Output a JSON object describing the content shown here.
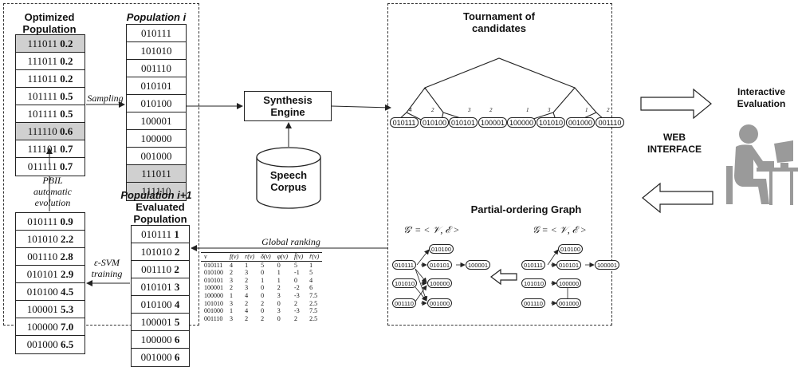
{
  "optimized": {
    "title": "Optimized Population",
    "rows": [
      {
        "code": "111011",
        "score": "0.2",
        "shaded": true
      },
      {
        "code": "111011",
        "score": "0.2",
        "shaded": false
      },
      {
        "code": "111011",
        "score": "0.2",
        "shaded": false
      },
      {
        "code": "101111",
        "score": "0.5",
        "shaded": false
      },
      {
        "code": "101111",
        "score": "0.5",
        "shaded": false
      },
      {
        "code": "111110",
        "score": "0.6",
        "shaded": true
      },
      {
        "code": "111101",
        "score": "0.7",
        "shaded": false
      },
      {
        "code": "011111",
        "score": "0.7",
        "shaded": false
      }
    ]
  },
  "population_i": {
    "title": "Population i",
    "rows": [
      {
        "code": "010111",
        "shaded": false
      },
      {
        "code": "101010",
        "shaded": false
      },
      {
        "code": "001110",
        "shaded": false
      },
      {
        "code": "010101",
        "shaded": false
      },
      {
        "code": "010100",
        "shaded": false
      },
      {
        "code": "100001",
        "shaded": false
      },
      {
        "code": "100000",
        "shaded": false
      },
      {
        "code": "001000",
        "shaded": false
      },
      {
        "code": "111011",
        "shaded": true
      },
      {
        "code": "111110",
        "shaded": true
      }
    ]
  },
  "population_next_label": "Population i+1",
  "sampling_label": "Sampling",
  "pbil_label": [
    "PBIL",
    "automatic",
    "evolution"
  ],
  "svm_label": [
    "ε-SVM",
    "training"
  ],
  "evaluated": {
    "title": "Evaluated Population",
    "rows": [
      {
        "code": "010111",
        "score": "1"
      },
      {
        "code": "101010",
        "score": "2"
      },
      {
        "code": "001110",
        "score": "2"
      },
      {
        "code": "010101",
        "score": "3"
      },
      {
        "code": "010100",
        "score": "4"
      },
      {
        "code": "100001",
        "score": "5"
      },
      {
        "code": "100000",
        "score": "6"
      },
      {
        "code": "001000",
        "score": "6"
      }
    ]
  },
  "trained": {
    "rows": [
      {
        "code": "010111",
        "score": "0.9"
      },
      {
        "code": "101010",
        "score": "2.2"
      },
      {
        "code": "001110",
        "score": "2.8"
      },
      {
        "code": "010101",
        "score": "2.9"
      },
      {
        "code": "010100",
        "score": "4.5"
      },
      {
        "code": "100001",
        "score": "5.3"
      },
      {
        "code": "100000",
        "score": "7.0"
      },
      {
        "code": "001000",
        "score": "6.5"
      }
    ]
  },
  "engine_label": [
    "Synthesis",
    "Engine"
  ],
  "corpus_label": [
    "Speech",
    "Corpus"
  ],
  "tournament": {
    "title": [
      "Tournament of",
      "candidates"
    ],
    "leaves": [
      "010111",
      "010100",
      "010101",
      "100001",
      "100000",
      "101010",
      "001000",
      "001110"
    ],
    "edge_labels": [
      "4",
      "2",
      "3",
      "2",
      "1",
      "3",
      "1",
      "2"
    ]
  },
  "global_ranking": {
    "title": "Global ranking",
    "headers": [
      "v",
      "f(v)",
      "r(v)",
      "δ(v)",
      "φ(v)",
      "f̂(v)",
      "r̂(v)"
    ],
    "rows": [
      [
        "010111",
        "4",
        "1",
        "5",
        "0",
        "5",
        "1"
      ],
      [
        "010100",
        "2",
        "3",
        "0",
        "1",
        "-1",
        "5"
      ],
      [
        "010101",
        "3",
        "2",
        "1",
        "1",
        "0",
        "4"
      ],
      [
        "100001",
        "2",
        "3",
        "0",
        "2",
        "-2",
        "6"
      ],
      [
        "100000",
        "1",
        "4",
        "0",
        "3",
        "-3",
        "7.5"
      ],
      [
        "101010",
        "3",
        "2",
        "2",
        "0",
        "2",
        "2.5"
      ],
      [
        "001000",
        "1",
        "4",
        "0",
        "3",
        "-3",
        "7.5"
      ],
      [
        "001110",
        "3",
        "2",
        "2",
        "0",
        "2",
        "2.5"
      ]
    ]
  },
  "partial_graph": {
    "title": "Partial-ordering Graph",
    "g_prime": "𝒢′ = < 𝒱, ℰ >",
    "g": "𝒢 = < 𝒱, ℰ >",
    "nodes": [
      "010100",
      "010111",
      "010101",
      "100001",
      "101010",
      "100000",
      "001110",
      "001000"
    ]
  },
  "interactive": {
    "title": [
      "Interactive",
      "Evaluation"
    ],
    "web": [
      "WEB",
      "INTERFACE"
    ]
  }
}
